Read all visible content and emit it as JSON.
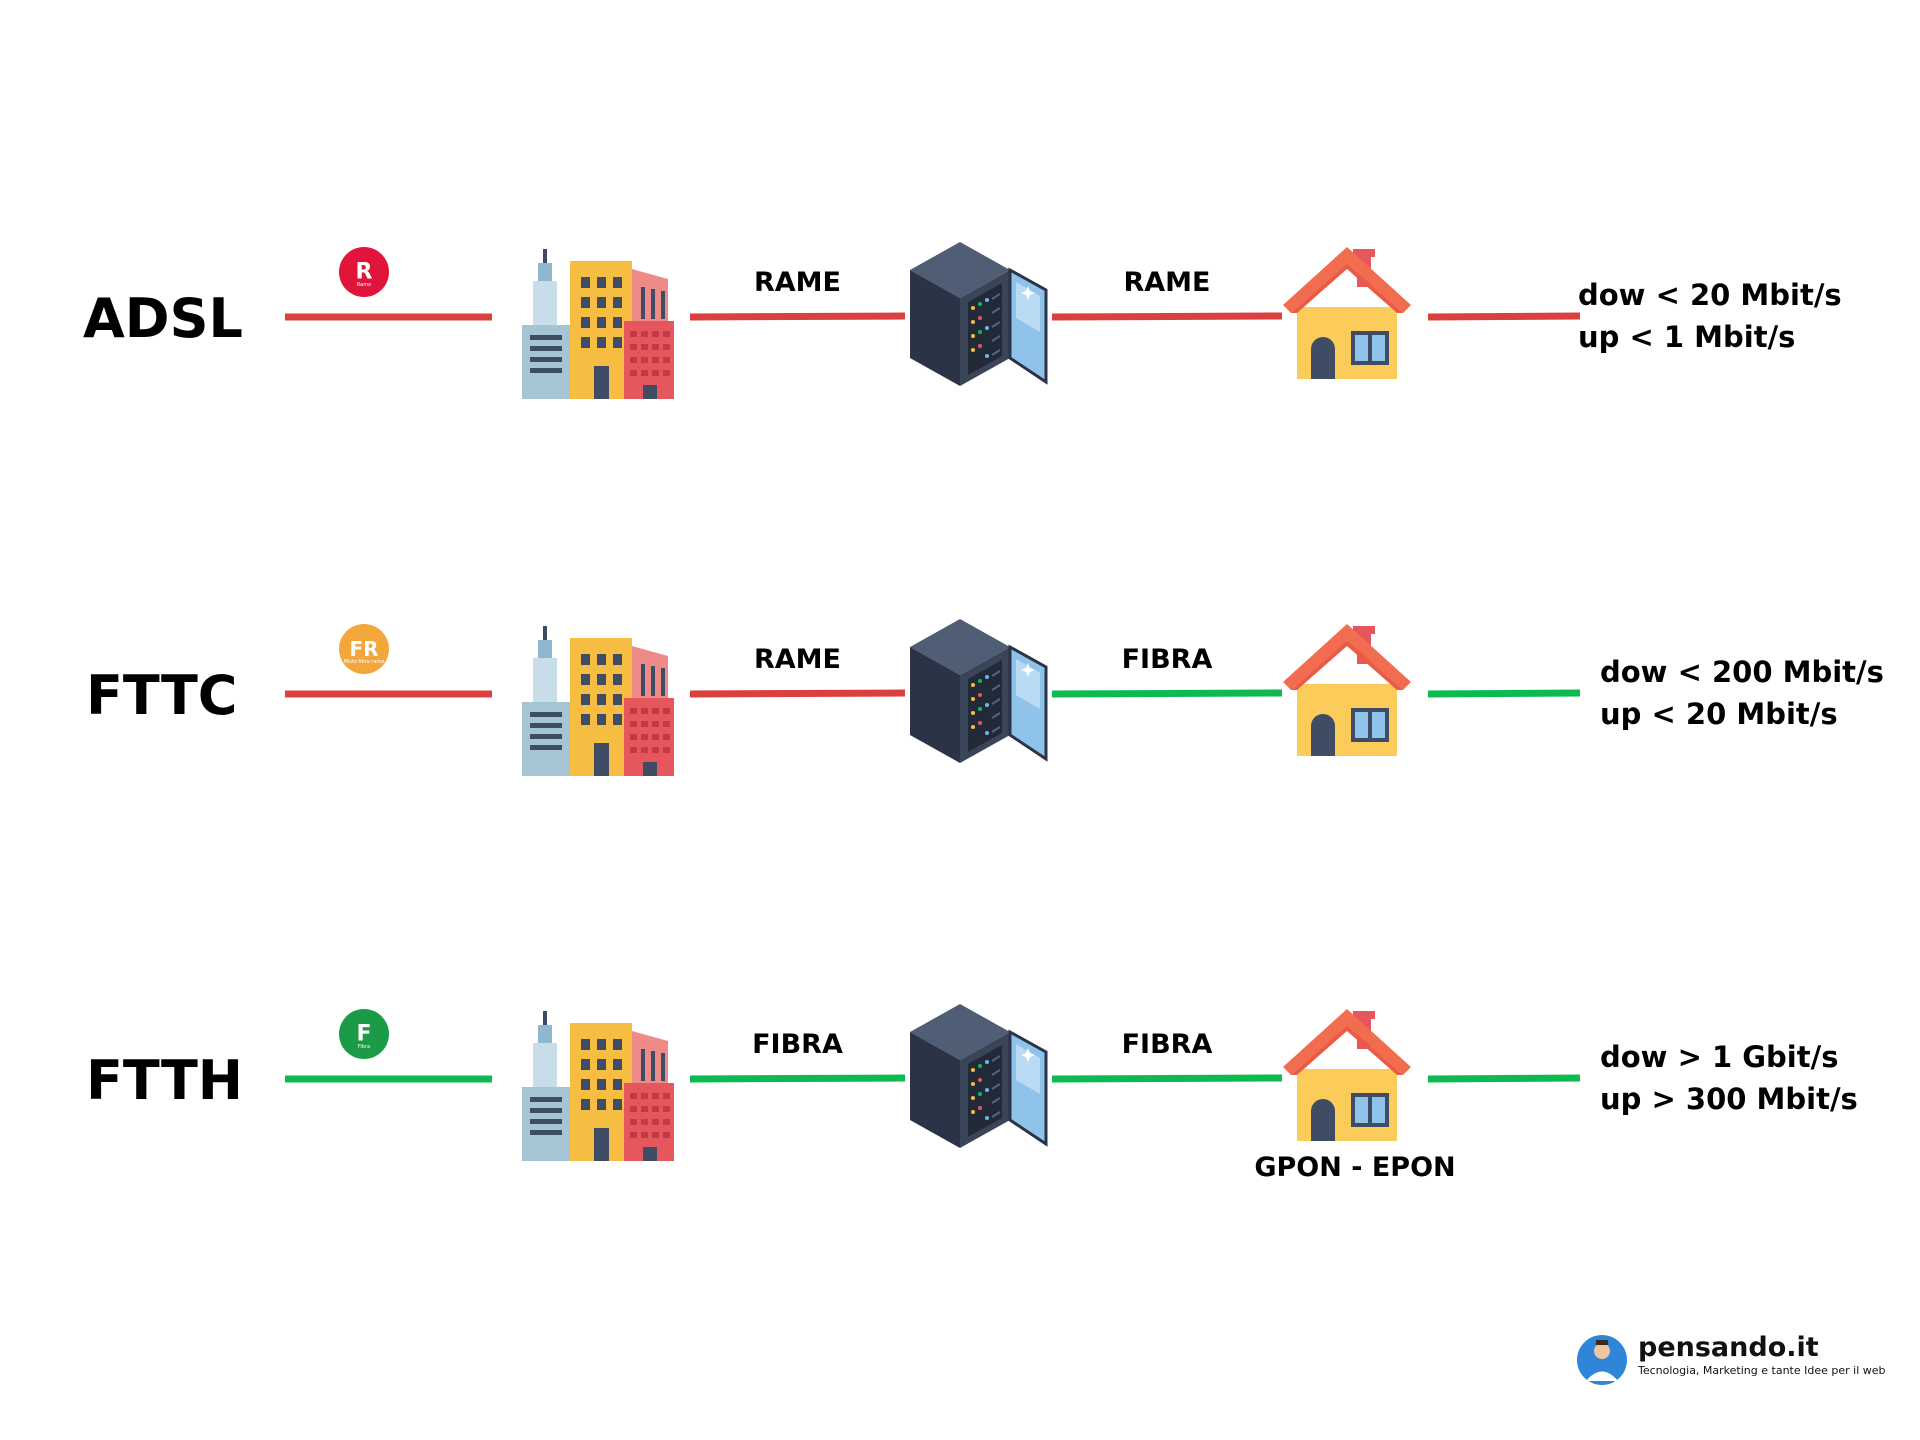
{
  "colors": {
    "rame": "#d9403e",
    "fibra": "#0dba52",
    "badge_r": "#e1143b",
    "badge_fr": "#f3a73a",
    "badge_f": "#1b9a47"
  },
  "rows": [
    {
      "title": "ADSL",
      "badge": {
        "letter": "R",
        "caption": "Rame",
        "color_key": "badge_r"
      },
      "segments": [
        {
          "medium": "rame",
          "label": ""
        },
        {
          "medium": "rame",
          "label": "RAME"
        },
        {
          "medium": "rame",
          "label": "RAME"
        },
        {
          "medium": "rame",
          "label": ""
        }
      ],
      "speed": {
        "down": "dow < 20 Mbit/s",
        "up": "up < 1 Mbit/s"
      },
      "house_label": ""
    },
    {
      "title": "FTTC",
      "badge": {
        "letter": "FR",
        "caption": "Misto fibra rame",
        "color_key": "badge_fr"
      },
      "segments": [
        {
          "medium": "rame",
          "label": ""
        },
        {
          "medium": "rame",
          "label": "RAME"
        },
        {
          "medium": "fibra",
          "label": "FIBRA"
        },
        {
          "medium": "fibra",
          "label": ""
        }
      ],
      "speed": {
        "down": "dow < 200 Mbit/s",
        "up": "up < 20 Mbit/s"
      },
      "house_label": ""
    },
    {
      "title": "FTTH",
      "badge": {
        "letter": "F",
        "caption": "Fibra",
        "color_key": "badge_f"
      },
      "segments": [
        {
          "medium": "fibra",
          "label": ""
        },
        {
          "medium": "fibra",
          "label": "FIBRA"
        },
        {
          "medium": "fibra",
          "label": "FIBRA"
        },
        {
          "medium": "fibra",
          "label": ""
        }
      ],
      "speed": {
        "down": "dow > 1 Gbit/s",
        "up": "up > 300 Mbit/s"
      },
      "house_label": "GPON - EPON"
    }
  ],
  "footer": {
    "brand": "pensando.it",
    "tagline": "Tecnologia, Marketing e tante Idee per il web"
  }
}
